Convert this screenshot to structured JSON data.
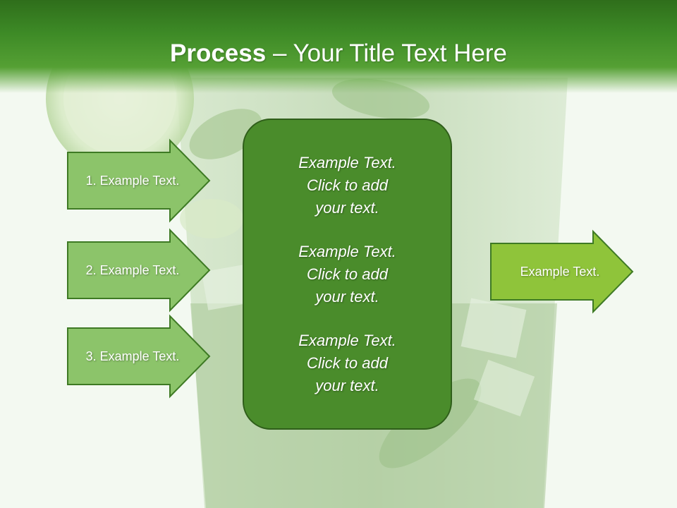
{
  "slide": {
    "title_bold": "Process",
    "title_rest": " – Your Title Text Here"
  },
  "inputs": [
    {
      "label": "1. Example Text."
    },
    {
      "label": "2. Example Text."
    },
    {
      "label": "3. Example Text."
    }
  ],
  "center": {
    "paragraphs": [
      {
        "lines": [
          "Example Text.",
          "Click  to add",
          "your text."
        ]
      },
      {
        "lines": [
          "Example Text.",
          "Click  to add",
          "your text."
        ]
      },
      {
        "lines": [
          "Example Text.",
          "Click  to add",
          "your text."
        ]
      }
    ]
  },
  "output": {
    "label": "Example Text."
  },
  "colors": {
    "title_band": "#3d8a26",
    "input_arrow_fill": "#8cc46a",
    "input_arrow_stroke": "#3e7a24",
    "center_box_fill": "#4a8c2b",
    "output_arrow_fill": "#8fc43a",
    "output_arrow_stroke": "#3e7a24"
  }
}
